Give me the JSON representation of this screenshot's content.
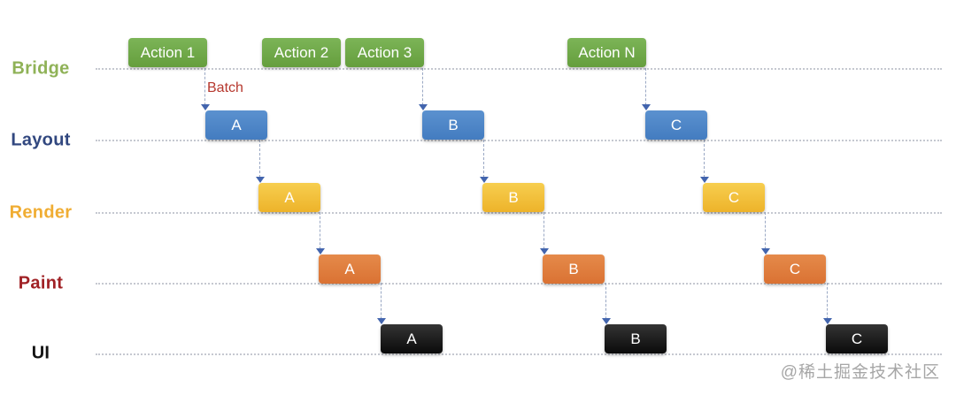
{
  "lanes": [
    {
      "id": "bridge",
      "label": "Bridge",
      "label_color": "#8fb257",
      "box_color": "#6fa746",
      "boxes": [
        {
          "label": "Action 1"
        },
        {
          "label": "Action 2"
        },
        {
          "label": "Action 3"
        },
        {
          "label": "Action N"
        }
      ]
    },
    {
      "id": "layout",
      "label": "Layout",
      "label_color": "#31477f",
      "box_color": "#4e87c9",
      "boxes": [
        {
          "label": "A"
        },
        {
          "label": "B"
        },
        {
          "label": "C"
        }
      ]
    },
    {
      "id": "render",
      "label": "Render",
      "label_color": "#f0ad33",
      "box_color": "#f2bd35",
      "boxes": [
        {
          "label": "A"
        },
        {
          "label": "B"
        },
        {
          "label": "C"
        }
      ]
    },
    {
      "id": "paint",
      "label": "Paint",
      "label_color": "#a02125",
      "box_color": "#e07a3c",
      "boxes": [
        {
          "label": "A"
        },
        {
          "label": "B"
        },
        {
          "label": "C"
        }
      ]
    },
    {
      "id": "ui",
      "label": "UI",
      "label_color": "#141414",
      "box_color": "#111111",
      "boxes": [
        {
          "label": "A"
        },
        {
          "label": "B"
        },
        {
          "label": "C"
        }
      ]
    }
  ],
  "annotations": {
    "batch_label": "Batch",
    "batch_color": "#b6382e"
  },
  "connector_colors": {
    "dash": "#9aa8c4",
    "arrow": "#4365ae",
    "lane_line": "#c5c8d0"
  },
  "watermark": "@稀土掘金技术社区"
}
